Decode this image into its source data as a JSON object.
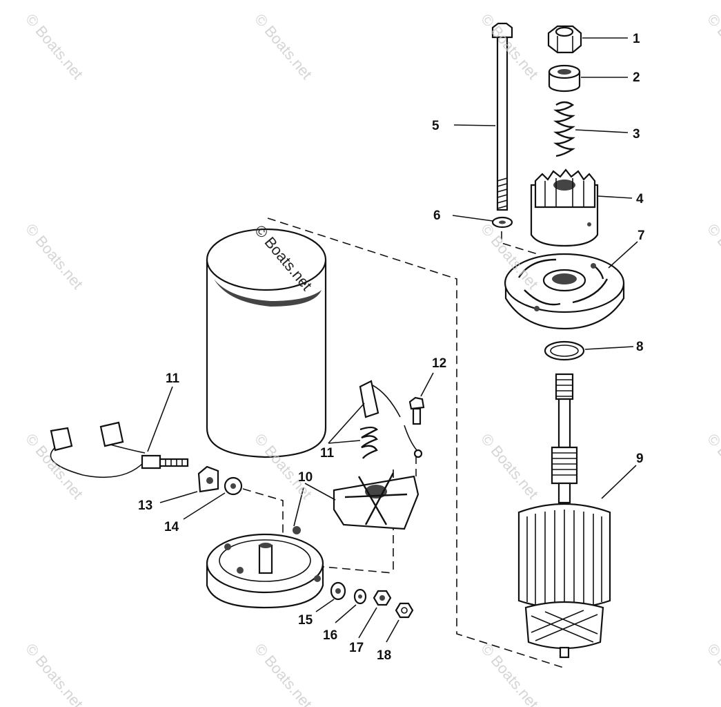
{
  "watermark": {
    "text": "© Boats.net"
  },
  "callouts": [
    {
      "id": "c1",
      "label": "1"
    },
    {
      "id": "c2",
      "label": "2"
    },
    {
      "id": "c3",
      "label": "3"
    },
    {
      "id": "c4",
      "label": "4"
    },
    {
      "id": "c5",
      "label": "5"
    },
    {
      "id": "c6",
      "label": "6"
    },
    {
      "id": "c7",
      "label": "7"
    },
    {
      "id": "c8",
      "label": "8"
    },
    {
      "id": "c9",
      "label": "9"
    },
    {
      "id": "c10",
      "label": "10"
    },
    {
      "id": "c11a",
      "label": "11"
    },
    {
      "id": "c11b",
      "label": "11"
    },
    {
      "id": "c12",
      "label": "12"
    },
    {
      "id": "c13",
      "label": "13"
    },
    {
      "id": "c14",
      "label": "14"
    },
    {
      "id": "c15",
      "label": "15"
    },
    {
      "id": "c16",
      "label": "16"
    },
    {
      "id": "c17",
      "label": "17"
    },
    {
      "id": "c18",
      "label": "18"
    }
  ]
}
